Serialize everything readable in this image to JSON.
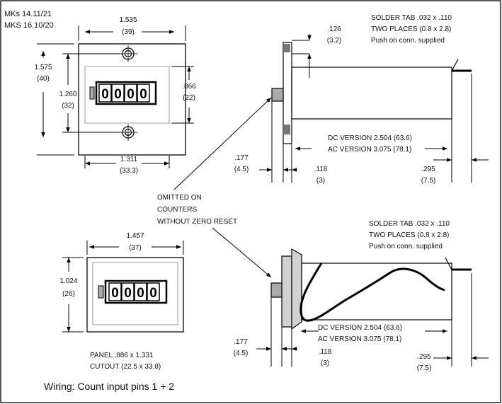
{
  "header": {
    "rev_line_1": "MKs 14.11/21",
    "rev_line_2": "MKS 16.10/20"
  },
  "top_front": {
    "width_in": "1.535",
    "width_mm": "(39)",
    "height_in": "1.575",
    "height_mm": "(40)",
    "hole_spacing_in": "1.260",
    "hole_spacing_mm": "(32)",
    "window_height_in": ".866",
    "window_height_mm": "(22)",
    "window_width_in": "1.311",
    "window_width_mm": "(33.3)",
    "digits": [
      "0",
      "0",
      "0",
      "0"
    ]
  },
  "top_side": {
    "flange_in": ".126",
    "flange_mm": "(3.2)",
    "tab_line_1": "SOLDER TAB  .032 x .110",
    "tab_line_2": "TWO PLACES  (0.8 x 2.8)",
    "tab_line_3": "Push on conn. supplied",
    "dc_version": "DC VERSION 2.504 (63.6)",
    "ac_version": "AC VERSION 3.075 (78.1)",
    "button_in": ".177",
    "button_mm": "(4.5)",
    "panel_in": ".118",
    "panel_mm": "(3)",
    "tab_in": ".295",
    "tab_mm": "(7.5)"
  },
  "note": {
    "line_1": "OMITTED ON",
    "line_2": "COUNTERS",
    "line_3": "WITHOUT ZERO RESET"
  },
  "bottom_front": {
    "width_in": "1.457",
    "width_mm": "(37)",
    "height_in": "1.024",
    "height_mm": "(26)",
    "digits": [
      "0",
      "0",
      "0",
      "0"
    ],
    "cutout_line_1": "PANEL   .886 x 1.331",
    "cutout_line_2": "CUTOUT  (22.5 x 33.8)"
  },
  "bottom_side": {
    "tab_line_1": "SOLDER TAB  .032 x .110",
    "tab_line_2": "TWO PLACES  (0.8 x 2.8)",
    "tab_line_3": "Push on conn. supplied",
    "dc_version": "DC VERSION 2.504 (63.6)",
    "ac_version": "AC VERSION 3.075 (78.1)",
    "button_in": ".177",
    "button_mm": "(4.5)",
    "panel_in": ".118",
    "panel_mm": "(3)",
    "tab_in": ".295",
    "tab_mm": "(7.5)"
  },
  "footer": {
    "wiring": "Wiring: Count input pins 1 + 2"
  }
}
